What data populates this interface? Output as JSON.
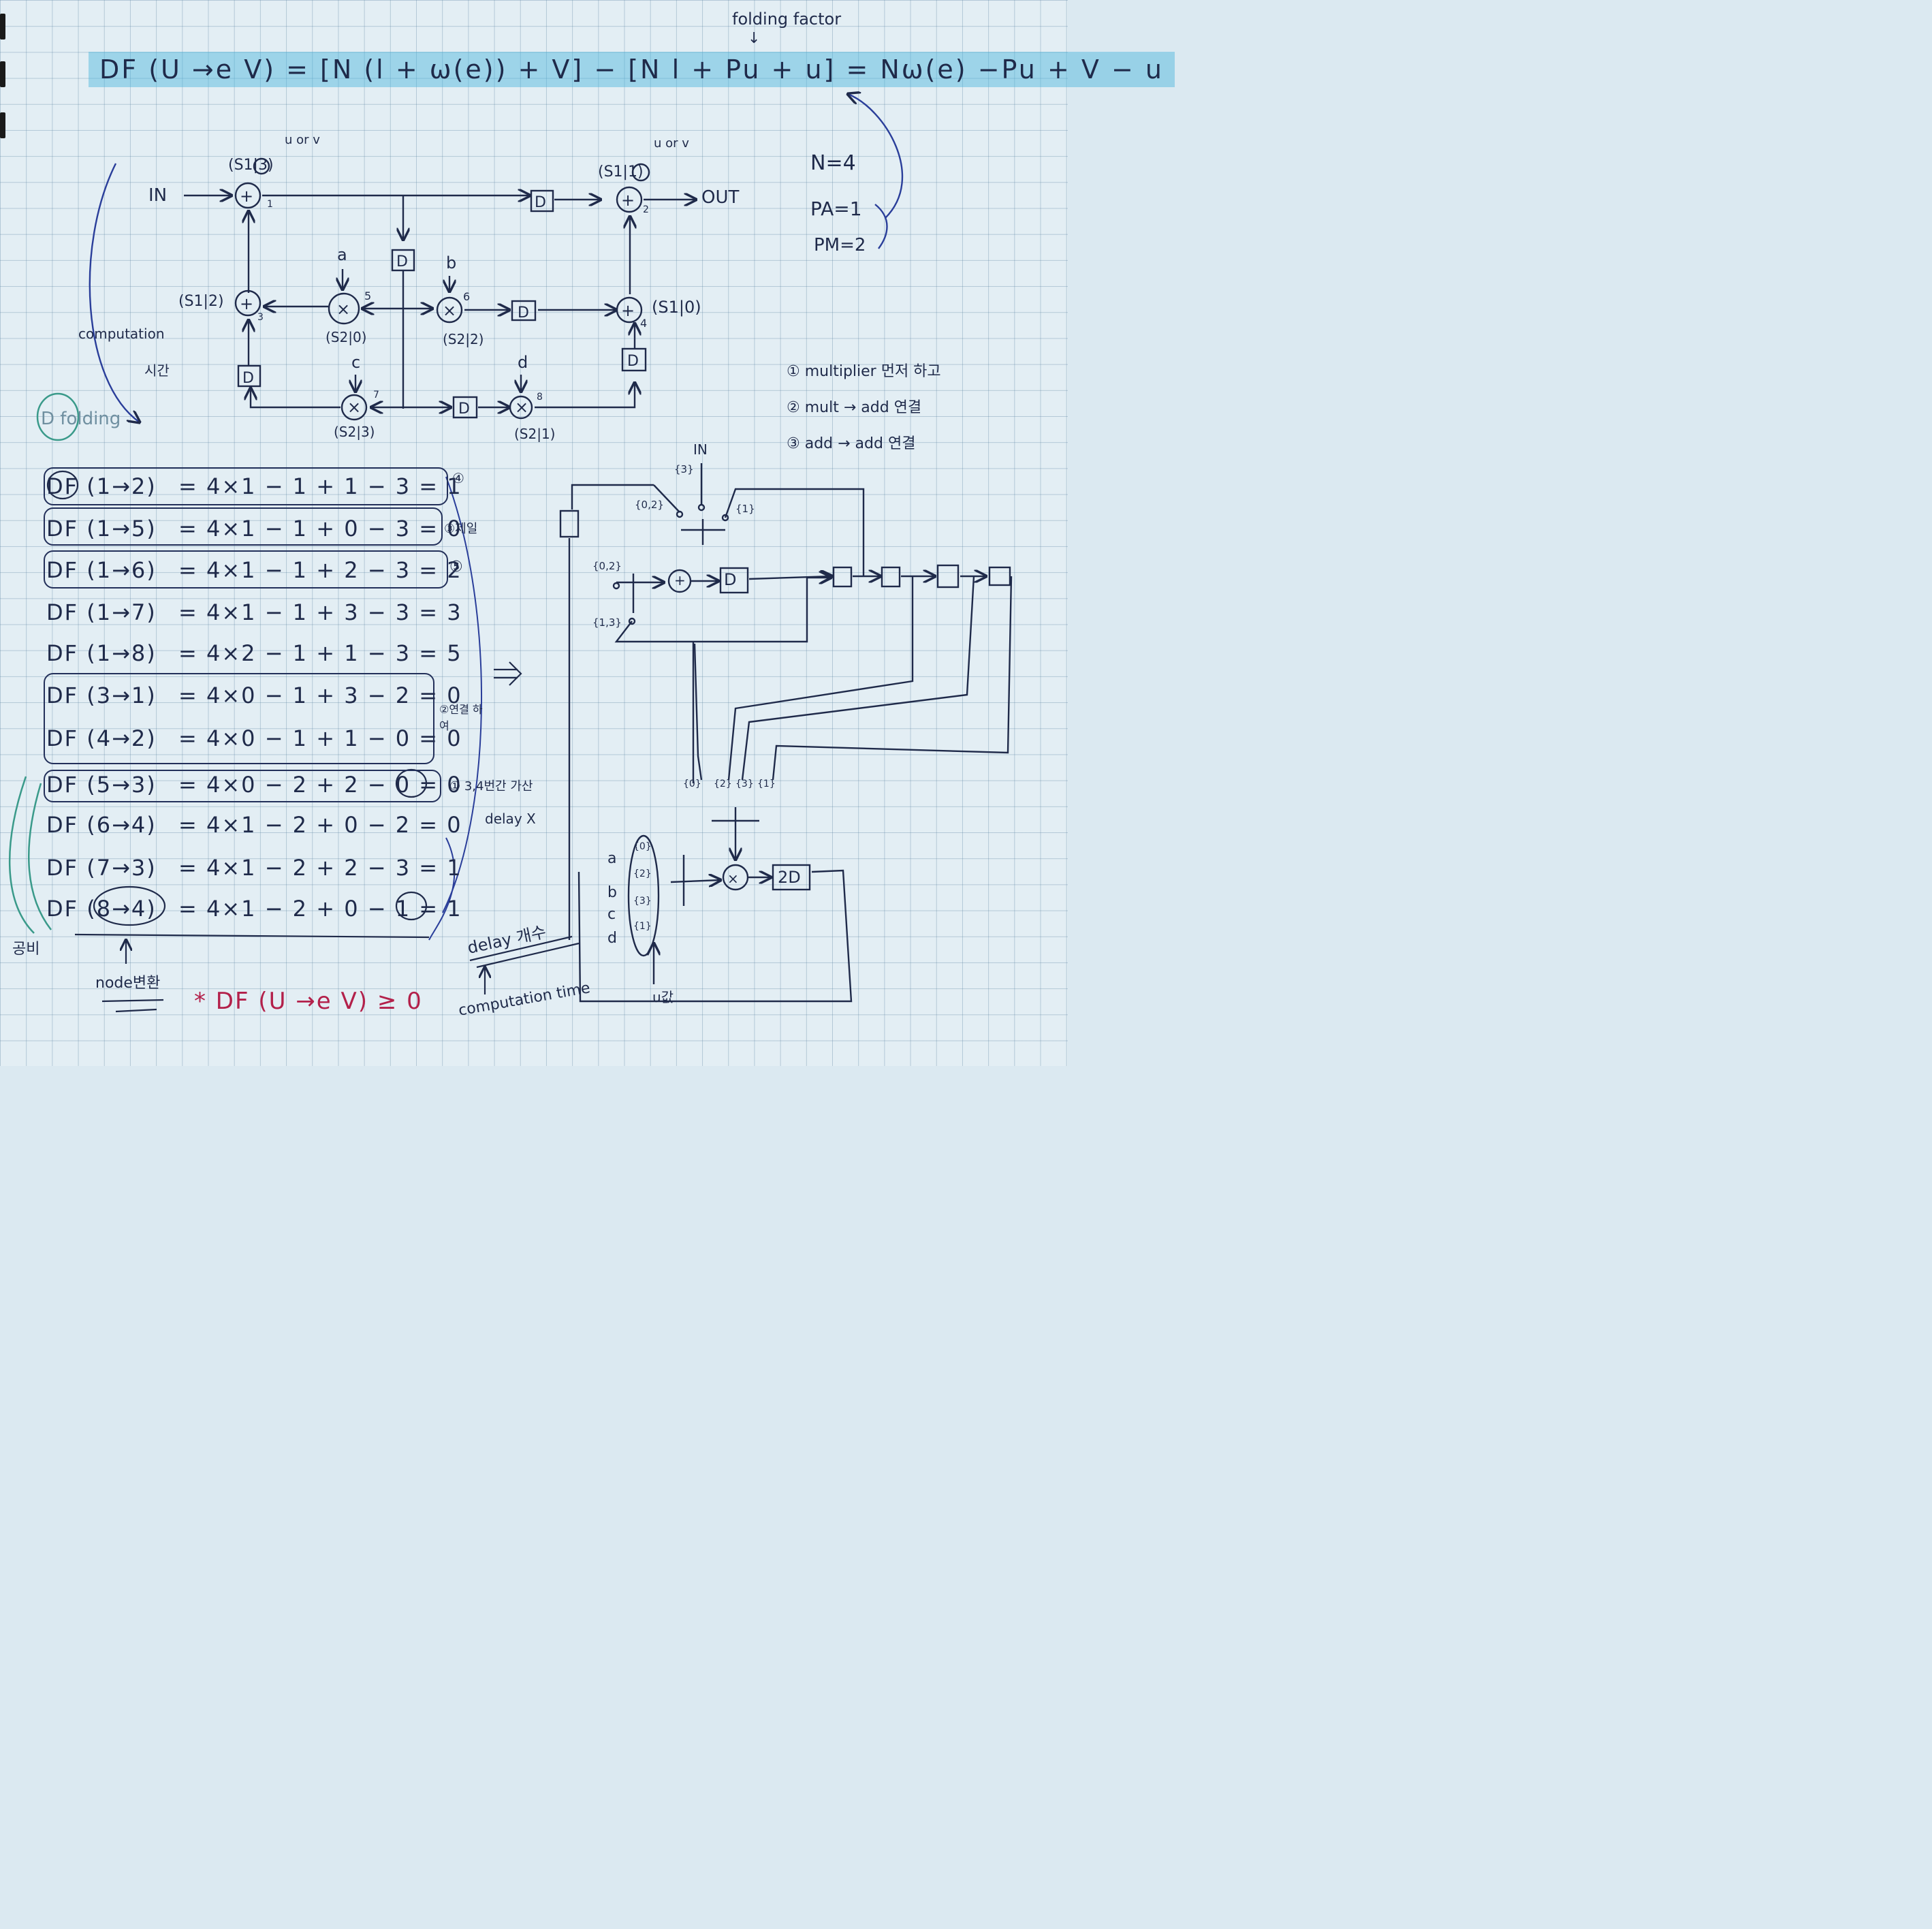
{
  "colors": {
    "paper": "#e3eef4",
    "ink": "#1f2a4a",
    "highlight": "#46b4dc",
    "red": "#b3204a",
    "green": "#3a9a8a"
  },
  "header": {
    "formula": "DF (U →e V) = [N (l + ω(e)) + V] − [N l + Pu + u] = Nω(e) −Pu + V − u",
    "folding_factor": "folding factor"
  },
  "params": {
    "n": "N=4",
    "pa": "PA=1",
    "pm": "PM=2"
  },
  "graph": {
    "in_label": "IN",
    "out_label": "OUT",
    "delay": "D",
    "uorv1": "u or v",
    "uorv2": "u or v",
    "s1_3": "(S1|3)",
    "s1_1": "(S1|1)",
    "s1_2": "(S1|2)",
    "s1_0": "(S1|0)",
    "s2_0": "(S2|0)",
    "s2_2": "(S2|2)",
    "s2_3": "(S2|3)",
    "s2_1": "(S2|1)",
    "a": "a",
    "b": "b",
    "c": "c",
    "d": "d",
    "n1": "1",
    "n2": "2",
    "n3": "3",
    "n4": "4",
    "n5": "5",
    "n6": "6",
    "n7": "7",
    "n8": "8"
  },
  "side_notes": {
    "computation": "computation",
    "computation2": "시간",
    "dfolding": "D folding",
    "note1": "① multiplier 먼저 하고",
    "note2": "② mult → add 연결",
    "note3": "③ add → add 연결"
  },
  "equations": [
    {
      "lhs": "DF (1→2)",
      "rhs": "= 4×1 − 1 + 1 − 3 = 1"
    },
    {
      "lhs": "DF (1→5)",
      "rhs": "= 4×1 − 1 + 0 − 3 = 0"
    },
    {
      "lhs": "DF (1→6)",
      "rhs": "= 4×1 − 1 + 2 − 3 = 2"
    },
    {
      "lhs": "DF (1→7)",
      "rhs": "= 4×1 − 1 + 3 − 3 = 3"
    },
    {
      "lhs": "DF (1→8)",
      "rhs": "= 4×2 − 1 + 1 − 3 = 5"
    },
    {
      "lhs": "DF (3→1)",
      "rhs": "= 4×0 − 1 + 3 − 2 = 0"
    },
    {
      "lhs": "DF (4→2)",
      "rhs": "= 4×0 − 1 + 1 − 0 = 0"
    },
    {
      "lhs": "DF (5→3)",
      "rhs": "= 4×0 − 2 + 2 − 0 = 0"
    },
    {
      "lhs": "DF (6→4)",
      "rhs": "= 4×1 − 2 + 0 − 2 = 0"
    },
    {
      "lhs": "DF (7→3)",
      "rhs": "= 4×1 − 2 + 2 − 3 = 1"
    },
    {
      "lhs": "DF (8→4)",
      "rhs": "= 4×1 − 2 + 0 − 1 = 1"
    }
  ],
  "eq_notes": {
    "m4": "④",
    "m3": "③제일",
    "m5": "⑤",
    "m2": "②연결 하여",
    "m1": "① 3,4번간 가산",
    "delayx": "delay X",
    "gongbi": "공비",
    "node_change": "node변환",
    "constraint": "* DF (U →e V) ≥ 0",
    "delay_count": "delay 개수",
    "computation_time": "computation time"
  },
  "folded": {
    "in_label": "IN",
    "delay": "D",
    "twod": "2D",
    "s3_1": "{3}",
    "s0_2": "{0,2}",
    "s1_1": "{1}",
    "s0_2b": "{0,2}",
    "s1_3": "{1,3}",
    "s0": "{0}",
    "s2": "{2}",
    "s3": "{3}",
    "s1": "{1}",
    "in_a": "a",
    "in_b": "b",
    "in_c": "c",
    "in_d": "d",
    "sa": "{0}",
    "sb": "{2}",
    "sc": "{3}",
    "sd": "{1}",
    "u_value": "u값"
  }
}
